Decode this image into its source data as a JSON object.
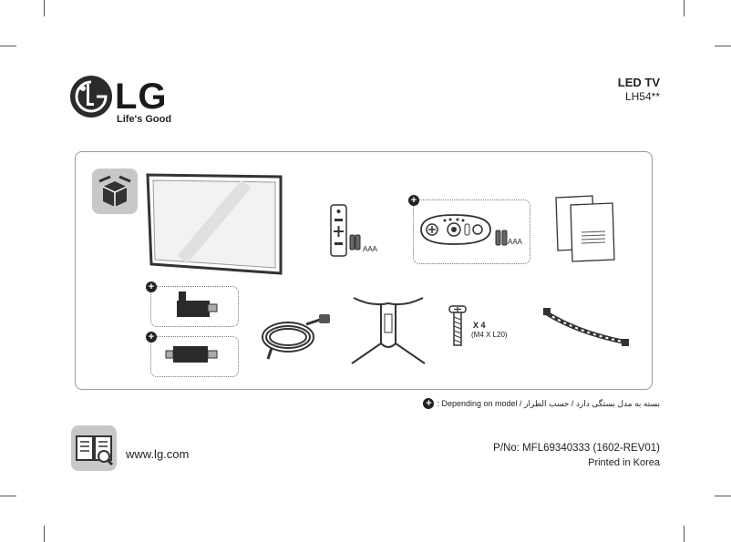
{
  "brand": {
    "name": "LG",
    "slogan": "Life's Good"
  },
  "product": {
    "type": "LED TV",
    "model": "LH54**"
  },
  "contents": {
    "remote_label": "AAA",
    "magic_remote_label": "AAA",
    "screw_qty": "X 4",
    "screw_spec": "(M4 X L20)"
  },
  "footnote": {
    "plus_symbol": "+",
    "text": ": Depending on model / بسته به مدل بستگی دارد / حسب الطراز"
  },
  "footer": {
    "website": "www.lg.com",
    "part_number": "P/No: MFL69340333 (1602-REV01)",
    "printed": "Printed in Korea"
  },
  "icons": [
    "lg-logo-icon",
    "box-icon",
    "manual-icon",
    "plus-icon"
  ]
}
